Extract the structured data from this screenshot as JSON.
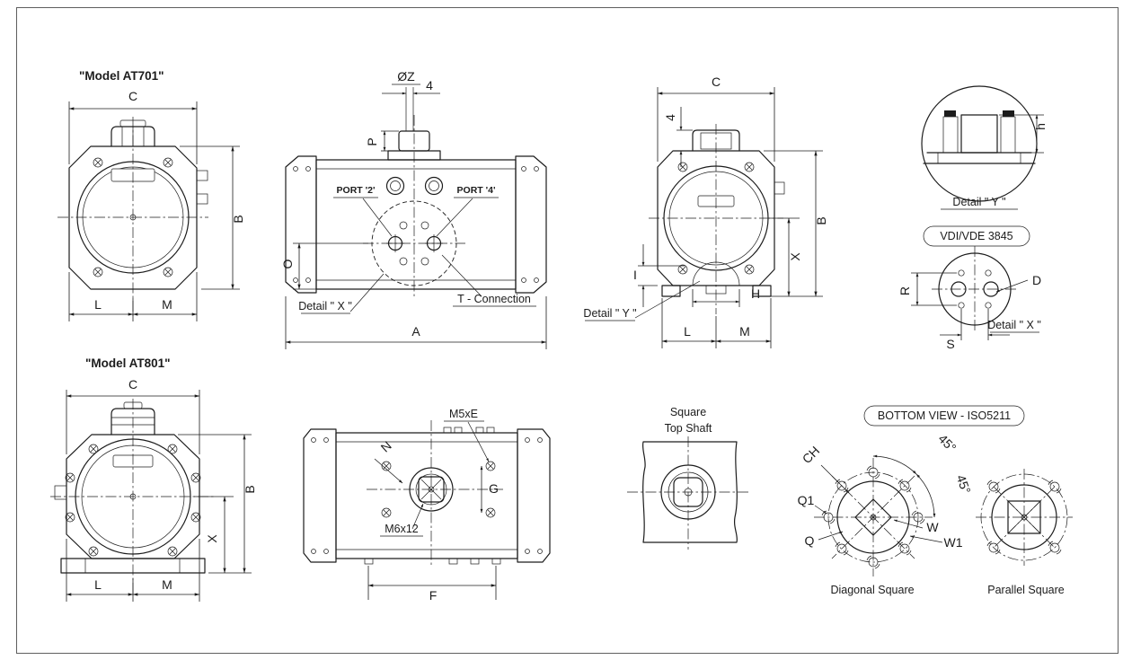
{
  "page": {
    "background": "#ffffff",
    "line_color": "#1c1c1c"
  },
  "titles": {
    "model_at701": "\"Model AT701\"",
    "model_at801": "\"Model AT801\""
  },
  "labels": {
    "port_2": "PORT '2'",
    "port_4": "PORT '4'",
    "t_connection": "T - Connection",
    "detail_x": "Detail \" X \"",
    "detail_y": "Detail \" Y \"",
    "vdi_vde_3845": "VDI/VDE 3845",
    "square_line1": "Square",
    "square_line2": "Top Shaft",
    "bottom_view_iso5211": "BOTTOM VIEW - ISO5211",
    "diagonal_square": "Diagonal Square",
    "parallel_square": "Parallel Square",
    "m5xe": "M5xE",
    "m6x12": "M6x12"
  },
  "dims": {
    "A": "A",
    "B": "B",
    "C": "C",
    "D": "D",
    "F": "F",
    "G": "G",
    "H": "H",
    "I": "I",
    "L": "L",
    "M": "M",
    "N": "N",
    "O": "O",
    "P": "P",
    "R": "R",
    "S": "S",
    "X": "X",
    "phiZ": "ØZ",
    "four": "4",
    "h": "h",
    "W": "W",
    "W1": "W1",
    "Q": "Q",
    "Q1": "Q1",
    "CH": "CH",
    "deg45": "45°"
  }
}
